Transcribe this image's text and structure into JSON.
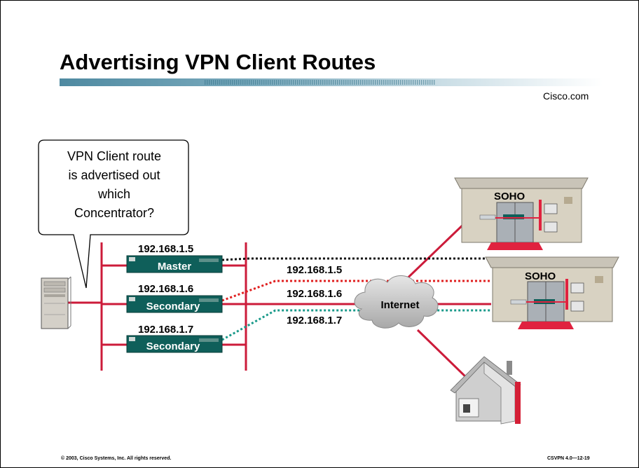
{
  "slide": {
    "title": "Advertising VPN Client Routes",
    "brand": "Cisco.com",
    "footer_left": "© 2003, Cisco Systems, Inc. All rights reserved.",
    "footer_right": "CSVPN 4.0—12-19"
  },
  "callout": {
    "lines": [
      "VPN Client route",
      "is advertised out",
      "which",
      "Concentrator?"
    ]
  },
  "concentrators": [
    {
      "ip": "192.168.1.5",
      "role": "Master"
    },
    {
      "ip": "192.168.1.6",
      "role": "Secondary"
    },
    {
      "ip": "192.168.1.7",
      "role": "Secondary"
    }
  ],
  "tunnel_labels": [
    "192.168.1.5",
    "192.168.1.6",
    "192.168.1.7"
  ],
  "cloud_label": "Internet",
  "soho_labels": [
    "SOHO",
    "SOHO"
  ],
  "colors": {
    "link": "#cc1b3a",
    "tunnel_master": "#000000",
    "tunnel_secondary1": "#e02020",
    "tunnel_secondary2": "#1a9a8a",
    "concentrator": "#0f5f5a",
    "header_bar": "#6ea0b4"
  },
  "icons": [
    "server-icon",
    "concentrator-icon",
    "cloud-icon",
    "soho-building-icon",
    "house-icon"
  ]
}
